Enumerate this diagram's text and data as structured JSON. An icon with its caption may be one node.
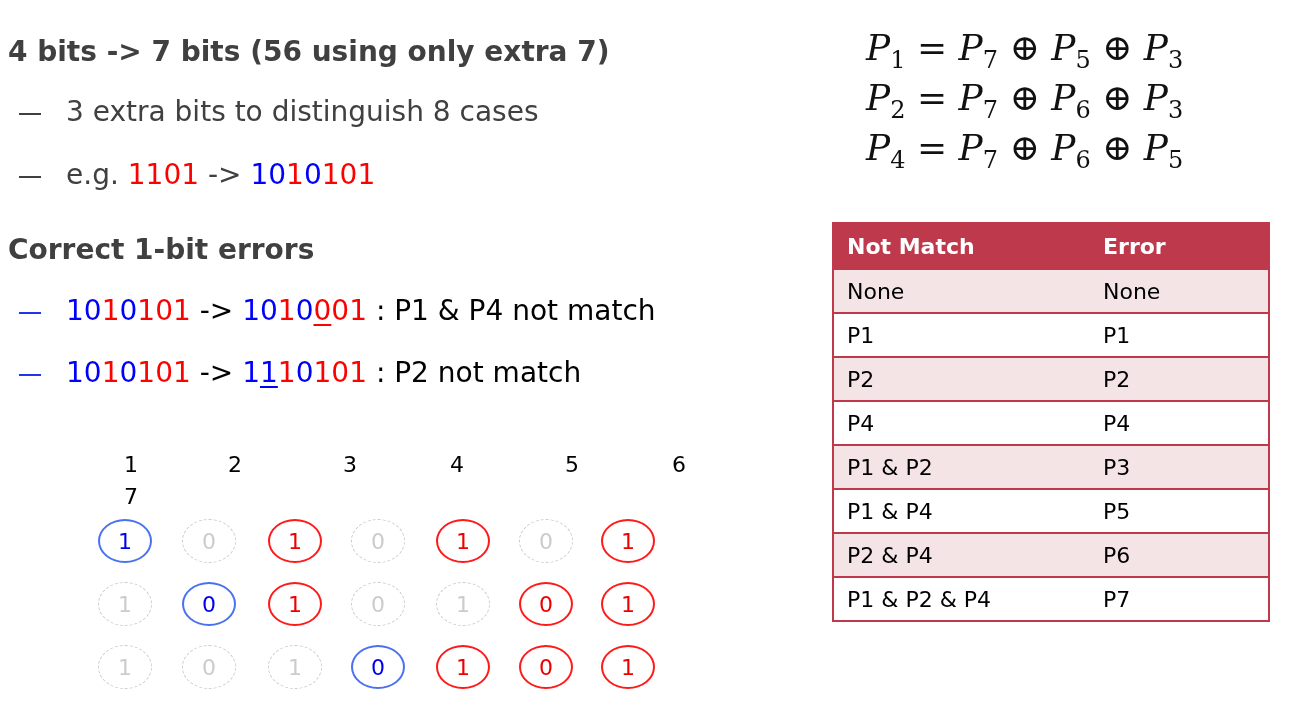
{
  "diagram": {
    "nodes": [
      {
        "text": [
          "1"
        ]
      },
      {
        "text": [
          "0"
        ]
      },
      {
        "text": [
          "1"
        ]
      },
      {
        "text": [
          "0"
        ]
      },
      {
        "text": [
          "1"
        ]
      },
      {
        "text": [
          "0"
        ]
      },
      {
        "text": [
          "1"
        ]
      },
      {
        "text": [
          "1"
        ]
      },
      {
        "text": [
          "0"
        ]
      },
      {
        "text": [
          "1"
        ]
      },
      {
        "text": [
          "0"
        ]
      },
      {
        "text": [
          "1"
        ]
      },
      {
        "text": [
          "0"
        ]
      },
      {
        "text": [
          "1"
        ]
      },
      {
        "text": [
          "1"
        ]
      },
      {
        "text": [
          "0"
        ]
      },
      {
        "text": [
          "1"
        ]
      },
      {
        "text": [
          "0"
        ]
      },
      {
        "text": [
          "1"
        ]
      },
      {
        "text": [
          "0"
        ]
      },
      {
        "text": [
          "1"
        ]
      }
    ],
    "labels": [
      "4 bits -> 7 bits (56 using only extra 7)",
      "3 extra bits to distinguish 8 cases",
      "e.g. 1101 -> 1010101",
      "Correct 1-bit errors",
      "1010101 -> 1010001 : P1 & P4 not match",
      "1010101 -> 1110101 : P2 not match",
      "1",
      "2",
      "3",
      "4",
      "5",
      "6",
      "7",
      "*P*$_{1}$ = *P*$_{7}$ ⊕ *P*$_{5}$ ⊕ *P*$_{3}$",
      "*P*$_{2}$ = *P*$_{7}$ ⊕ *P*$_{6}$ ⊕ *P*$_{3}$",
      "*P*$_{4}$ = *P*$_{7}$ ⊕ *P*$_{6}$ ⊕ *P*$_{5}$",
      "Not Match",
      "Error",
      "None",
      "None",
      "P1",
      "P1",
      "P2",
      "P2",
      "P4",
      "P4",
      "P1 & P2",
      "P3",
      "P1 & P4",
      "P5",
      "P2 & P4",
      "P6",
      "P1 & P2 & P4",
      "P7"
    ]
  }
}
